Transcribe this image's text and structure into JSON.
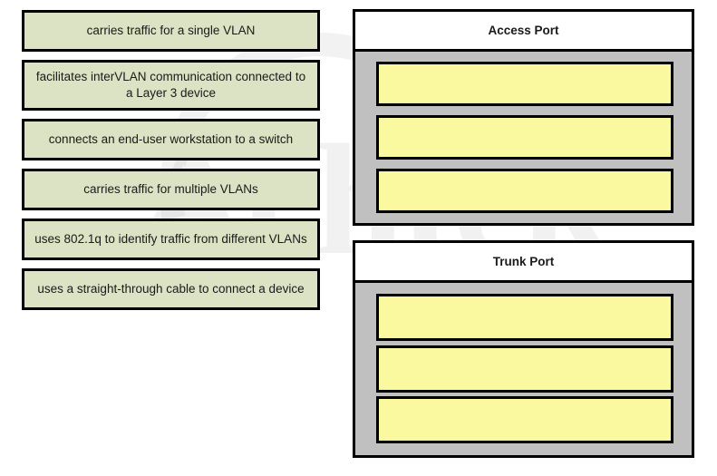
{
  "colors": {
    "source_tile_fill": "#dce3c4",
    "drop_slot_fill": "#faf9a0",
    "panel_body_fill": "#c0c0c0",
    "border": "#000000",
    "page_background": "#ffffff"
  },
  "watermark": {
    "line1": "Achtek",
    "line2": "Infotek"
  },
  "source_items": [
    {
      "label": "carries traffic for a single VLAN",
      "lines": 1
    },
    {
      "label": "facilitates interVLAN communication connected to a Layer 3 device",
      "lines": 2
    },
    {
      "label": "connects an end-user workstation to a switch",
      "lines": 1
    },
    {
      "label": "carries traffic for multiple VLANs",
      "lines": 1
    },
    {
      "label": "uses 802.1q to identify traffic from different VLANs",
      "lines": 1
    },
    {
      "label": "uses a straight-through cable to connect a device",
      "lines": 1
    }
  ],
  "panels": [
    {
      "title": "Access Port",
      "slots": [
        {
          "value": ""
        },
        {
          "value": ""
        },
        {
          "value": ""
        }
      ]
    },
    {
      "title": "Trunk Port",
      "slots": [
        {
          "value": ""
        },
        {
          "value": ""
        },
        {
          "value": ""
        }
      ]
    }
  ]
}
